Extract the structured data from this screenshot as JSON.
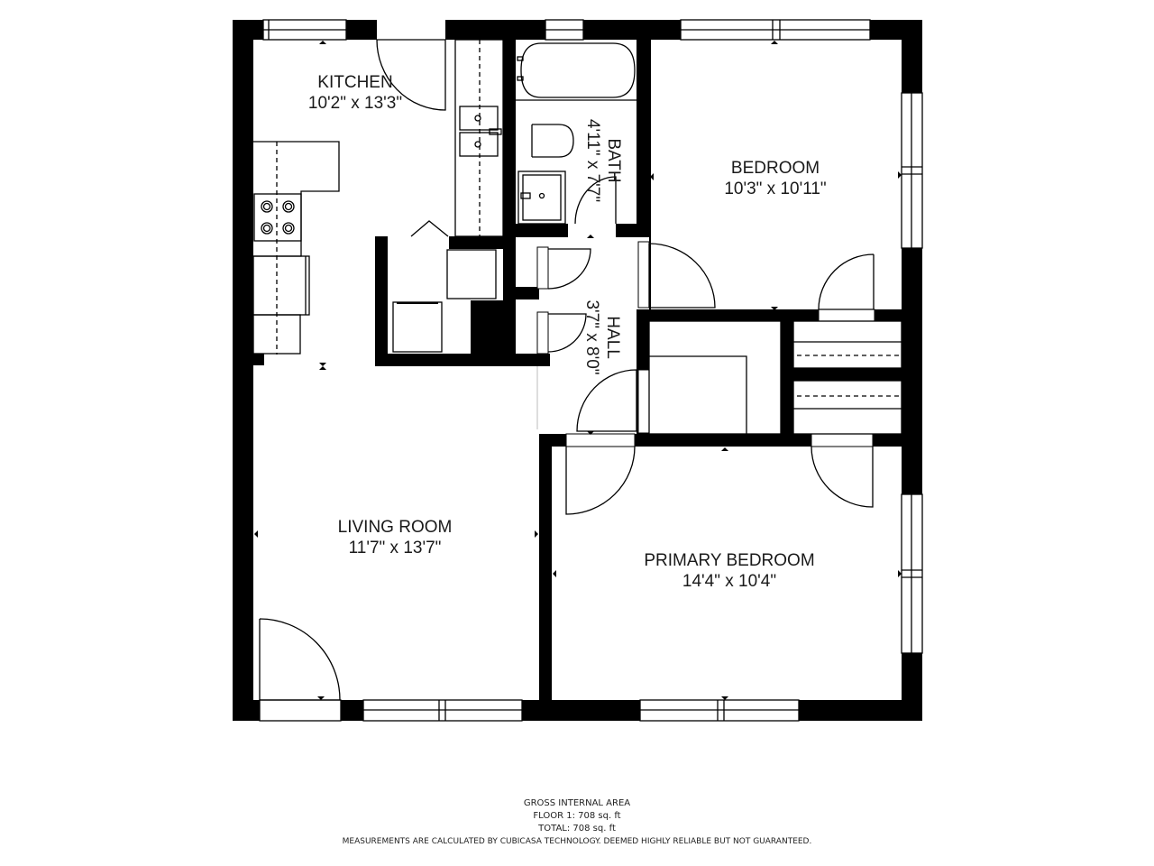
{
  "floor_plan": {
    "rooms": [
      {
        "id": "kitchen",
        "name": "KITCHEN",
        "dimensions": "10'2\" x 13'3\""
      },
      {
        "id": "bath",
        "name": "BATH",
        "dimensions": "4'11\" x 7'7\""
      },
      {
        "id": "bedroom",
        "name": "BEDROOM",
        "dimensions": "10'3\" x 10'11\""
      },
      {
        "id": "hall",
        "name": "HALL",
        "dimensions": "3'7\" x 8'0\""
      },
      {
        "id": "living_room",
        "name": "LIVING ROOM",
        "dimensions": "11'7\" x 13'7\""
      },
      {
        "id": "primary_bedroom",
        "name": "PRIMARY BEDROOM",
        "dimensions": "14'4\" x 10'4\""
      }
    ],
    "colors": {
      "wall": "#000000",
      "background": "#ffffff",
      "line": "#000000"
    }
  },
  "footer": {
    "title": "GROSS INTERNAL AREA",
    "floor_area": "FLOOR 1: 708 sq. ft",
    "total_area": "TOTAL: 708 sq. ft",
    "disclaimer": "MEASUREMENTS ARE CALCULATED BY CUBICASA TECHNOLOGY. DEEMED HIGHLY RELIABLE BUT NOT GUARANTEED."
  }
}
